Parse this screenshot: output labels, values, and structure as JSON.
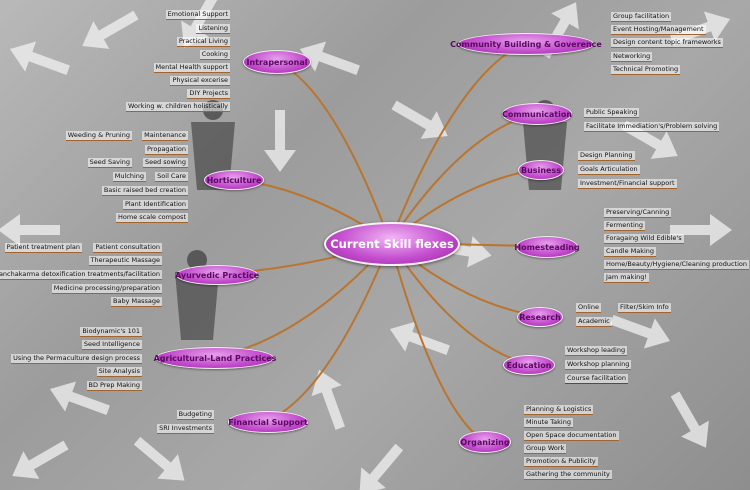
{
  "center": "Current Skill flexes",
  "branches": {
    "intrapersonal": {
      "label": "Intrapersonal",
      "items": [
        "Emotional Support",
        "Listening",
        "Practical Living",
        "Cooking",
        "Mental Health support",
        "Physical excerise",
        "DIY Projects",
        "Working w. children holistically"
      ]
    },
    "horticulture": {
      "label": "Horticulture",
      "items": [
        "Weeding & Pruning",
        "Maintenance",
        "Propagation",
        "Seed Saving",
        "Seed sowing",
        "Mulching",
        "Soil Care",
        "Basic raised bed creation",
        "Plant Identification",
        "Home scale compost"
      ]
    },
    "ayurvedic": {
      "label": "Ayurvedic Practice",
      "items": [
        "Patient treatment plan",
        "Patient consultation",
        "Therapeutic Massage",
        "Panchakarma detoxification treatments/facilitation",
        "Medicine processing/preparation",
        "Baby Massage"
      ]
    },
    "agricultural": {
      "label": "Agricultural-Land Practices",
      "items": [
        "Biodynamic's 101",
        "Seed Intelligence",
        "Using the Permaculture design process",
        "Site Analysis",
        "BD Prep Making"
      ]
    },
    "financial": {
      "label": "Financial Support",
      "items": [
        "Budgeting",
        "SRI Investments"
      ]
    },
    "community": {
      "label": "Community Building & Goverence",
      "items": [
        "Group facilitation",
        "Event Hosting/Management",
        "Design content topic frameworks",
        "Networking",
        "Technical Promoting"
      ]
    },
    "communication": {
      "label": "Communication",
      "items": [
        "Public Speaking",
        "Facilitate Immediation's/Problem solving"
      ]
    },
    "business": {
      "label": "Business",
      "items": [
        "Design Planning",
        "Goals Articulation",
        "Investment/Financial support"
      ]
    },
    "homesteading": {
      "label": "Homesteading",
      "items": [
        "Preserving/Canning",
        "Fermenting",
        "Foragaing Wild Edible's",
        "Candle Making",
        "Home/Beauty/Hygiene/Cleaning production",
        "Jam making!"
      ]
    },
    "research": {
      "label": "Research",
      "items": [
        "Online",
        "Filter/Skim Info",
        "Academic"
      ]
    },
    "education": {
      "label": "Education",
      "items": [
        "Workshop leading",
        "Workshop planning",
        "Course facilitation"
      ]
    },
    "organizing": {
      "label": "Organizing",
      "items": [
        "Planning & Logistics",
        "Minute Taking",
        "Open Space documentation",
        "Group Work",
        "Promotion & Publicity",
        "Gathering the community"
      ]
    }
  },
  "colors": {
    "node_fill": "#c44fce",
    "node_text": "#5a0a60",
    "connector": "#b9752f",
    "background": "#a3a3a3"
  }
}
